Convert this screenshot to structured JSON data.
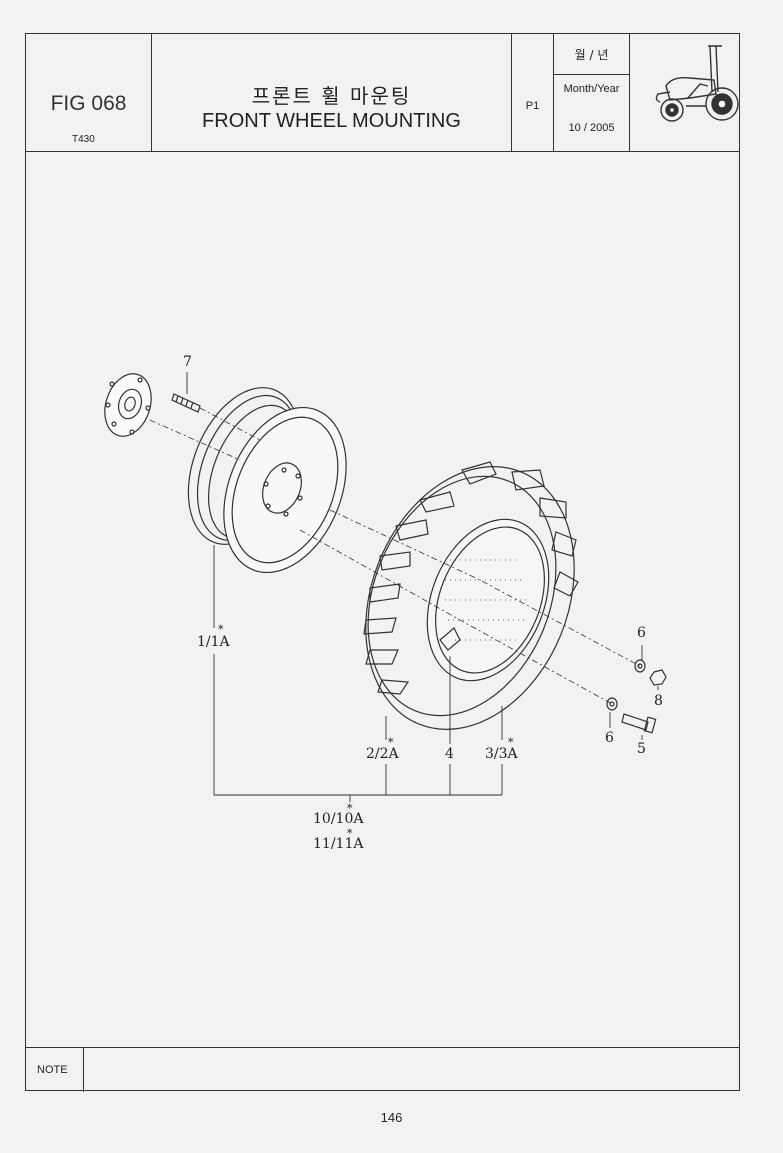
{
  "header": {
    "figure": "FIG 068",
    "model": "T430",
    "title_korean": "프론트 휠 마운팅",
    "title_english": "FRONT WHEEL MOUNTING",
    "page_code": "P1",
    "month_year_korean": "월 / 년",
    "month_year_label": "Month/Year",
    "month_year_value": "10 / 2005"
  },
  "callouts": {
    "c7": "7",
    "c1": "1/1A",
    "c2": "2/2A",
    "c4": "4",
    "c3": "3/3A",
    "c6a": "6",
    "c8": "8",
    "c6b": "6",
    "c5": "5",
    "c10": "10/10A",
    "c11": "11/11A",
    "asterisk": "*"
  },
  "note_label": "NOTE",
  "page_number": "146"
}
